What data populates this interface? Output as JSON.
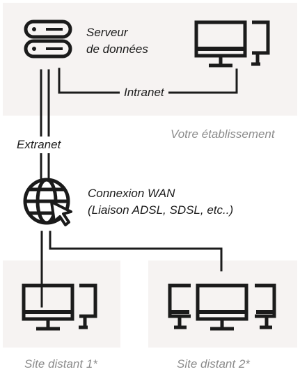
{
  "establishment": {
    "server_label_line1": "Serveur",
    "server_label_line2": "de données",
    "intranet_label": "Intranet",
    "caption": "Votre établissement"
  },
  "extranet_label": "Extranet",
  "wan": {
    "label_line1": "Connexion WAN",
    "label_line2": "(Liaison ADSL, SDSL, etc..)"
  },
  "sites": [
    {
      "caption": "Site distant 1*"
    },
    {
      "caption": "Site distant 2*"
    }
  ],
  "icons": {
    "server": "server-icon",
    "workstations": "computer-icon",
    "globe": "globe-cursor-icon"
  },
  "colors": {
    "panel_background": "#f6f3f2",
    "line": "#1b1b1b",
    "caption_grey": "#8c8c8c"
  }
}
